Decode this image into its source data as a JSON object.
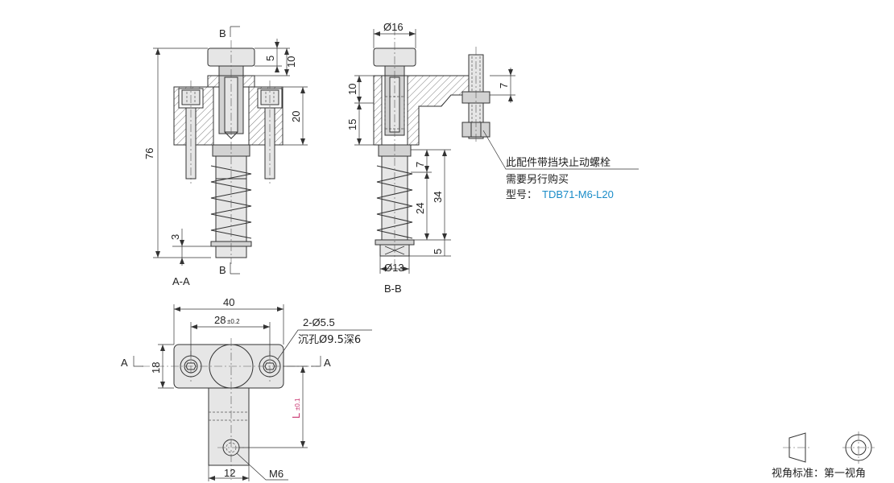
{
  "section_aa": {
    "label_top": "B",
    "label_bottom": "B",
    "caption": "A-A",
    "dim_total": "76",
    "dim_top1": "5",
    "dim_top2": "10",
    "dim_block": "20",
    "dim_bottom": "3"
  },
  "section_bb": {
    "caption": "B-B",
    "dim_head_dia": "Ø16",
    "dim_plate": "10",
    "dim_block": "15",
    "dim_arm": "7",
    "dim_spring_top": "7",
    "dim_spring": "24",
    "dim_stroke": "34",
    "dim_foot": "5",
    "dim_foot_dia": "Ø13"
  },
  "note": {
    "line1": "此配件带挡块止动螺栓",
    "line2": "需要另行购买",
    "line3_prefix": "型号：",
    "line3_model": "TDB71-M6-L20"
  },
  "plan_view": {
    "dim_width": "40",
    "dim_pitch": "28",
    "dim_pitch_tol": "±0.2",
    "hole_spec": "2-Ø5.5",
    "counterbore_spec": "沉孔Ø9.5深6",
    "dim_height": "18",
    "dim_length": "L",
    "dim_length_tol": "±0.1",
    "dim_stem": "12",
    "thread": "M6",
    "section_left": "A",
    "section_right": "A"
  },
  "projection": {
    "label": "视角标准：第一视角"
  }
}
